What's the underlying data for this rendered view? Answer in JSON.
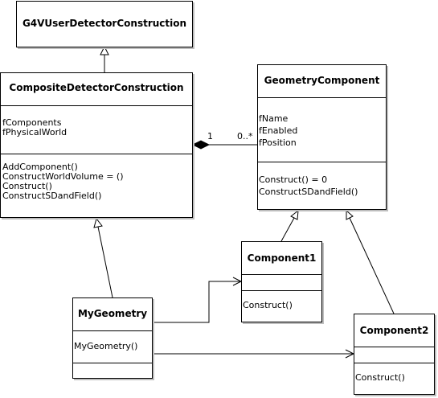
{
  "classes": {
    "g4": {
      "name": "G4VUserDetectorConstruction"
    },
    "composite": {
      "name": "CompositeDetectorConstruction",
      "attributes": [
        "fComponents",
        "fPhysicalWorld"
      ],
      "operations": [
        "AddComponent()",
        "ConstructWorldVolume = ()",
        "Construct()",
        "ConstructSDandField()"
      ]
    },
    "geometry": {
      "name": "GeometryComponent",
      "attributes": [
        "fName",
        "fEnabled",
        "fPosition"
      ],
      "operations": [
        "Construct() = 0",
        "ConstructSDandField()"
      ]
    },
    "component1": {
      "name": "Component1",
      "operations": [
        "Construct()"
      ]
    },
    "component2": {
      "name": "Component2",
      "operations": [
        "Construct()"
      ]
    },
    "mygeometry": {
      "name": "MyGeometry",
      "operations": [
        "MyGeometry()"
      ]
    }
  },
  "composition": {
    "source_multiplicity": "1",
    "target_multiplicity": "0..*"
  }
}
